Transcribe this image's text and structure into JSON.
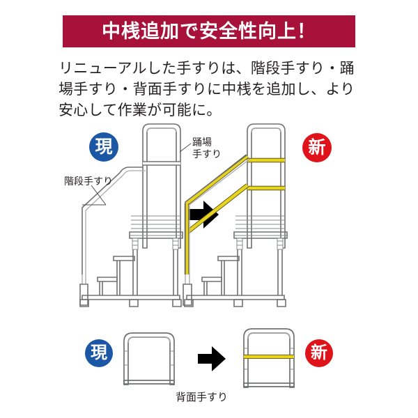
{
  "header": {
    "title": "中桟追加で安全性向上！",
    "banner_color": "#a8123a",
    "text_color": "#ffffff"
  },
  "body": {
    "paragraph": "リニューアルした手すりは、階段手すり・踊場手すり・背面手すりに中桟を追加し、より安心して作業が可能に。"
  },
  "badges": {
    "current_label": "現",
    "new_label": "新",
    "current_color": "#1b57a5",
    "new_color": "#e0131a"
  },
  "labels": {
    "landing_rail": "踊場\n手すり",
    "landing_rail_line1": "踊場",
    "landing_rail_line2": "手すり",
    "stair_rail": "階段手すり",
    "rear_rail": "背面手すり"
  },
  "figures": {
    "main": {
      "left_caption": "現",
      "right_caption": "新",
      "arrow": "right-arrow",
      "description": "階段・踊場手すり付き作業台の現行品と新製品の比較図"
    },
    "bottom": {
      "left_caption": "現",
      "right_caption": "新",
      "arrow": "right-arrow",
      "description": "背面手すりの現行品と新製品の比較図"
    }
  },
  "colors": {
    "accent_yellow": "#edd c26",
    "mid_rail_yellow": "#e8d41f",
    "frame_gray": "#6f7072",
    "frame_light": "#b9babc",
    "arrow_black": "#000000",
    "text": "#231f20",
    "background": "#ffffff"
  }
}
